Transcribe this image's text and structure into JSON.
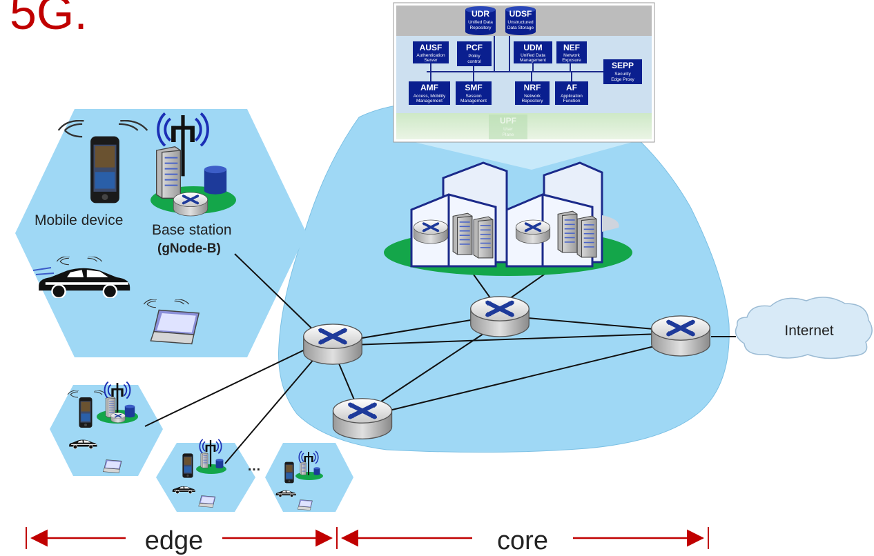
{
  "title_fragment": "5G.",
  "labels": {
    "mobile_device": "Mobile device",
    "base_station": "Base station",
    "gnodeb": "(gNode-B)",
    "internet": "Internet",
    "ellipsis": "…",
    "edge": "edge",
    "core": "core"
  },
  "core_functions": {
    "udr": {
      "name": "UDR",
      "desc1": "Unified Data",
      "desc2": "Repository"
    },
    "udsf": {
      "name": "UDSF",
      "desc1": "Unstructured",
      "desc2": "Data Storage"
    },
    "ausf": {
      "name": "AUSF",
      "desc1": "Authentication",
      "desc2": "Server"
    },
    "pcf": {
      "name": "PCF",
      "desc1": "Policy",
      "desc2": "control"
    },
    "udm": {
      "name": "UDM",
      "desc1": "Unified Data",
      "desc2": "Management"
    },
    "nef": {
      "name": "NEF",
      "desc1": "Network",
      "desc2": "Exposure"
    },
    "sepp": {
      "name": "SEPP",
      "desc1": "Security",
      "desc2": "Edge Proxy"
    },
    "amf": {
      "name": "AMF",
      "desc1": "Access, Mobility",
      "desc2": "Management"
    },
    "smf": {
      "name": "SMF",
      "desc1": "Session",
      "desc2": "Management"
    },
    "nrf": {
      "name": "NRF",
      "desc1": "Network",
      "desc2": "Repository"
    },
    "af": {
      "name": "AF",
      "desc1": "Application",
      "desc2": "Function"
    },
    "upf": {
      "name": "UPF",
      "desc1": "User",
      "desc2": "Plane"
    }
  },
  "colors": {
    "title_red": "#c00000",
    "arrow_red": "#c00000",
    "network_blue": "#9fd8f5",
    "nf_box": "#0a1f8f",
    "base_green": "#14a64a",
    "cloud": "#d8eaf7"
  }
}
